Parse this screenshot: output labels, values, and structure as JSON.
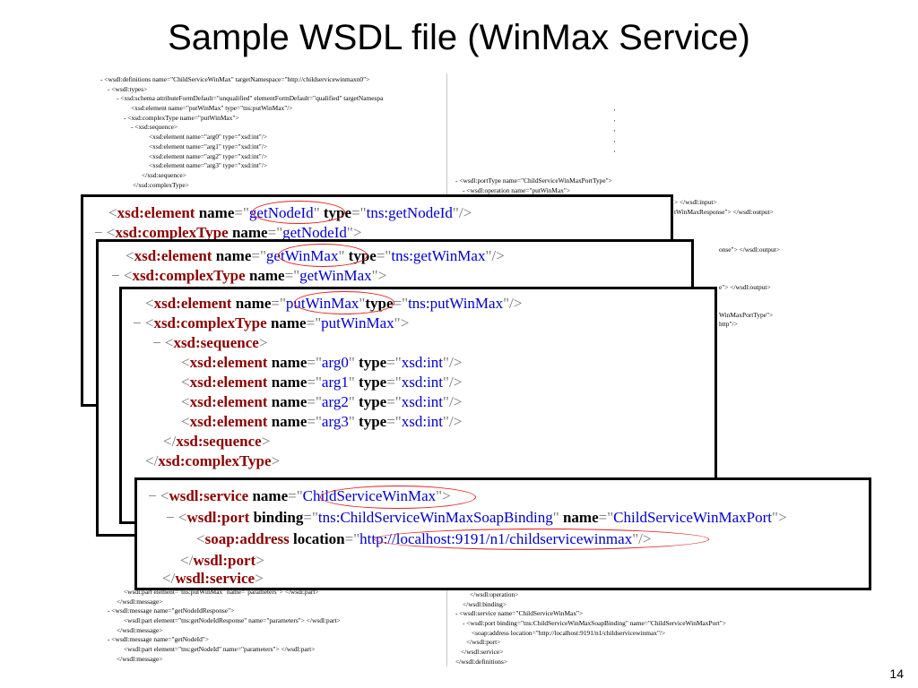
{
  "title": "Sample WSDL file (WinMax Service)",
  "page_number": "14",
  "background_left_lines": [
    "- <wsdl:definitions name=\"ChildServiceWinMax\" targetNamespace=\"http://childservicewinmaxn0\">",
    "- <wsdl:types>",
    "- <xsd:schema attributeFormDefault=\"unqualified\" elementFormDefault=\"qualified\" targetNamespa",
    "<xsd:element name=\"putWinMax\" type=\"tns:putWinMax\"/>",
    "- <xsd:complexType name=\"putWinMax\">",
    "- <xsd:sequence>",
    "<xsd:element name=\"arg0\" type=\"xsd:int\"/>",
    "<xsd:element name=\"arg1\" type=\"xsd:int\"/>",
    "<xsd:element name=\"arg2\" type=\"xsd:int\"/>",
    "<xsd:element name=\"arg3\" type=\"xsd:int\"/>",
    "</xsd:sequence>",
    "</xsd:complexType>"
  ],
  "background_left_bottom_lines": [
    "<wsdl:part element=\"tns:putWinMax\" name=\"parameters\"> </wsdl:part>",
    "</wsdl:message>",
    "- <wsdl:message name=\"getNodeIdResponse\">",
    "<wsdl:part element=\"tns:getNodeIdResponse\" name=\"parameters\"> </wsdl:part>",
    "</wsdl:message>",
    "- <wsdl:message name=\"getNodeId\">",
    "<wsdl:part element=\"tns:getNodeId\" name=\"parameters\"> </wsdl:part>",
    "</wsdl:message>"
  ],
  "background_right_top_lines": [
    "- <wsdl:portType name=\"ChildServiceWinMaxPortType\">",
    "- <wsdl:operation name=\"putWinMax\">"
  ],
  "background_right_edge_lines": [
    "> </wsdl:input>",
    "tWinMaxResponse\"> </wsdl:output>",
    "onse\"> </wsdl:output>",
    "e\"> </wsdl:output>",
    "WinMaxPortType\">",
    "http\"/>"
  ],
  "background_right_bottom_lines": [
    "</wsdl:operation>",
    "</wsdl:binding>",
    "- <wsdl:service name=\"ChildServiceWinMax\">",
    "- <wsdl:port binding=\"tns:ChildServiceWinMaxSoapBinding\" name=\"ChildServiceWinMaxPort\">",
    "<soap:address location=\"http://localhost:9191/n1/childservicewinmax\"/>",
    "</wsdl:port>",
    "</wsdl:service>",
    "</wsdl:definitions>"
  ],
  "panel1": {
    "l1": {
      "t1": "<",
      "tag": "xsd:element",
      "a1": " name",
      "eq1": "=\"",
      "v1": "getNodeId",
      "q1": "\"",
      "a2": " type",
      "eq2": "=\"",
      "v2": "tns:getNodeId",
      "end": "\"/>"
    },
    "l2": {
      "m": "− ",
      "t1": "<",
      "tag": "xsd:complexType",
      "a1": " name",
      "eq1": "=\"",
      "v1": "getNodeId",
      "end": "\">"
    }
  },
  "panel2": {
    "l1": {
      "t1": "<",
      "tag": "xsd:element",
      "a1": " name",
      "eq1": "=\"",
      "v1": "getWinMax",
      "q1": "\"",
      "a2": " type",
      "eq2": "=\"",
      "v2": "tns:getWinMax",
      "end": "\"/>"
    },
    "l2": {
      "m": "− ",
      "t1": "<",
      "tag": "xsd:complexType",
      "a1": " name",
      "eq1": "=\"",
      "v1": "getWinMax",
      "end": "\">"
    }
  },
  "panel3": {
    "l1": {
      "t1": "<",
      "tag": "xsd:element",
      "a1": " name",
      "eq1": "=\"",
      "v1": "putWinMax",
      "q1": "\"",
      "a2": "type",
      "eq2": "=\"",
      "v2": "tns:putWinMax",
      "end": "\"/>"
    },
    "l2": {
      "m": "− ",
      "t1": "<",
      "tag": "xsd:complexType",
      "a1": " name",
      "eq1": "=\"",
      "v1": "putWinMax",
      "end": "\">"
    },
    "l3": {
      "m": "− ",
      "t1": "<",
      "tag": "xsd:sequence",
      "end": ">"
    },
    "args": [
      {
        "t1": "<",
        "tag": "xsd:element",
        "a1": " name",
        "eq1": "=\"",
        "v1": "arg0",
        "q1": "\"",
        "a2": " type",
        "eq2": "=\"",
        "v2": "xsd:int",
        "end": "\"/>"
      },
      {
        "t1": "<",
        "tag": "xsd:element",
        "a1": " name",
        "eq1": "=\"",
        "v1": "arg1",
        "q1": "\"",
        "a2": " type",
        "eq2": "=\"",
        "v2": "xsd:int",
        "end": "\"/>"
      },
      {
        "t1": "<",
        "tag": "xsd:element",
        "a1": " name",
        "eq1": "=\"",
        "v1": "arg2",
        "q1": "\"",
        "a2": " type",
        "eq2": "=\"",
        "v2": "xsd:int",
        "end": "\"/>"
      },
      {
        "t1": "<",
        "tag": "xsd:element",
        "a1": " name",
        "eq1": "=\"",
        "v1": "arg3",
        "q1": "\"",
        "a2": " type",
        "eq2": "=\"",
        "v2": "xsd:int",
        "end": "\"/>"
      }
    ],
    "l8": {
      "t1": "</",
      "tag": "xsd:sequence",
      "end": ">"
    },
    "l9": {
      "t1": "</",
      "tag": "xsd:complexType",
      "end": ">"
    }
  },
  "panel4": {
    "l1": {
      "m": "− ",
      "t1": "<",
      "tag": "wsdl:service",
      "a1": " name",
      "eq1": "=\"",
      "v1": "ChildServiceWinMax",
      "end": "\">"
    },
    "l2": {
      "m": "− ",
      "t1": "<",
      "tag": "wsdl:port",
      "a1": " binding",
      "eq1": "=\"",
      "v1": "tns:ChildServiceWinMaxSoapBinding",
      "q1": "\"",
      "a2": " name",
      "eq2": "=\"",
      "v2": "ChildServiceWinMaxPort",
      "end": "\">"
    },
    "l3": {
      "t1": "<",
      "tag": "soap:address",
      "a1": " location",
      "eq1": "=\"",
      "v1": "http://localhost:9191/n1/childservicewinmax",
      "end": "\"/>"
    },
    "l4": {
      "t1": "</",
      "tag": "wsdl:port",
      "end": ">"
    },
    "l5": {
      "t1": "</",
      "tag": "wsdl:service",
      "end": ">"
    }
  }
}
